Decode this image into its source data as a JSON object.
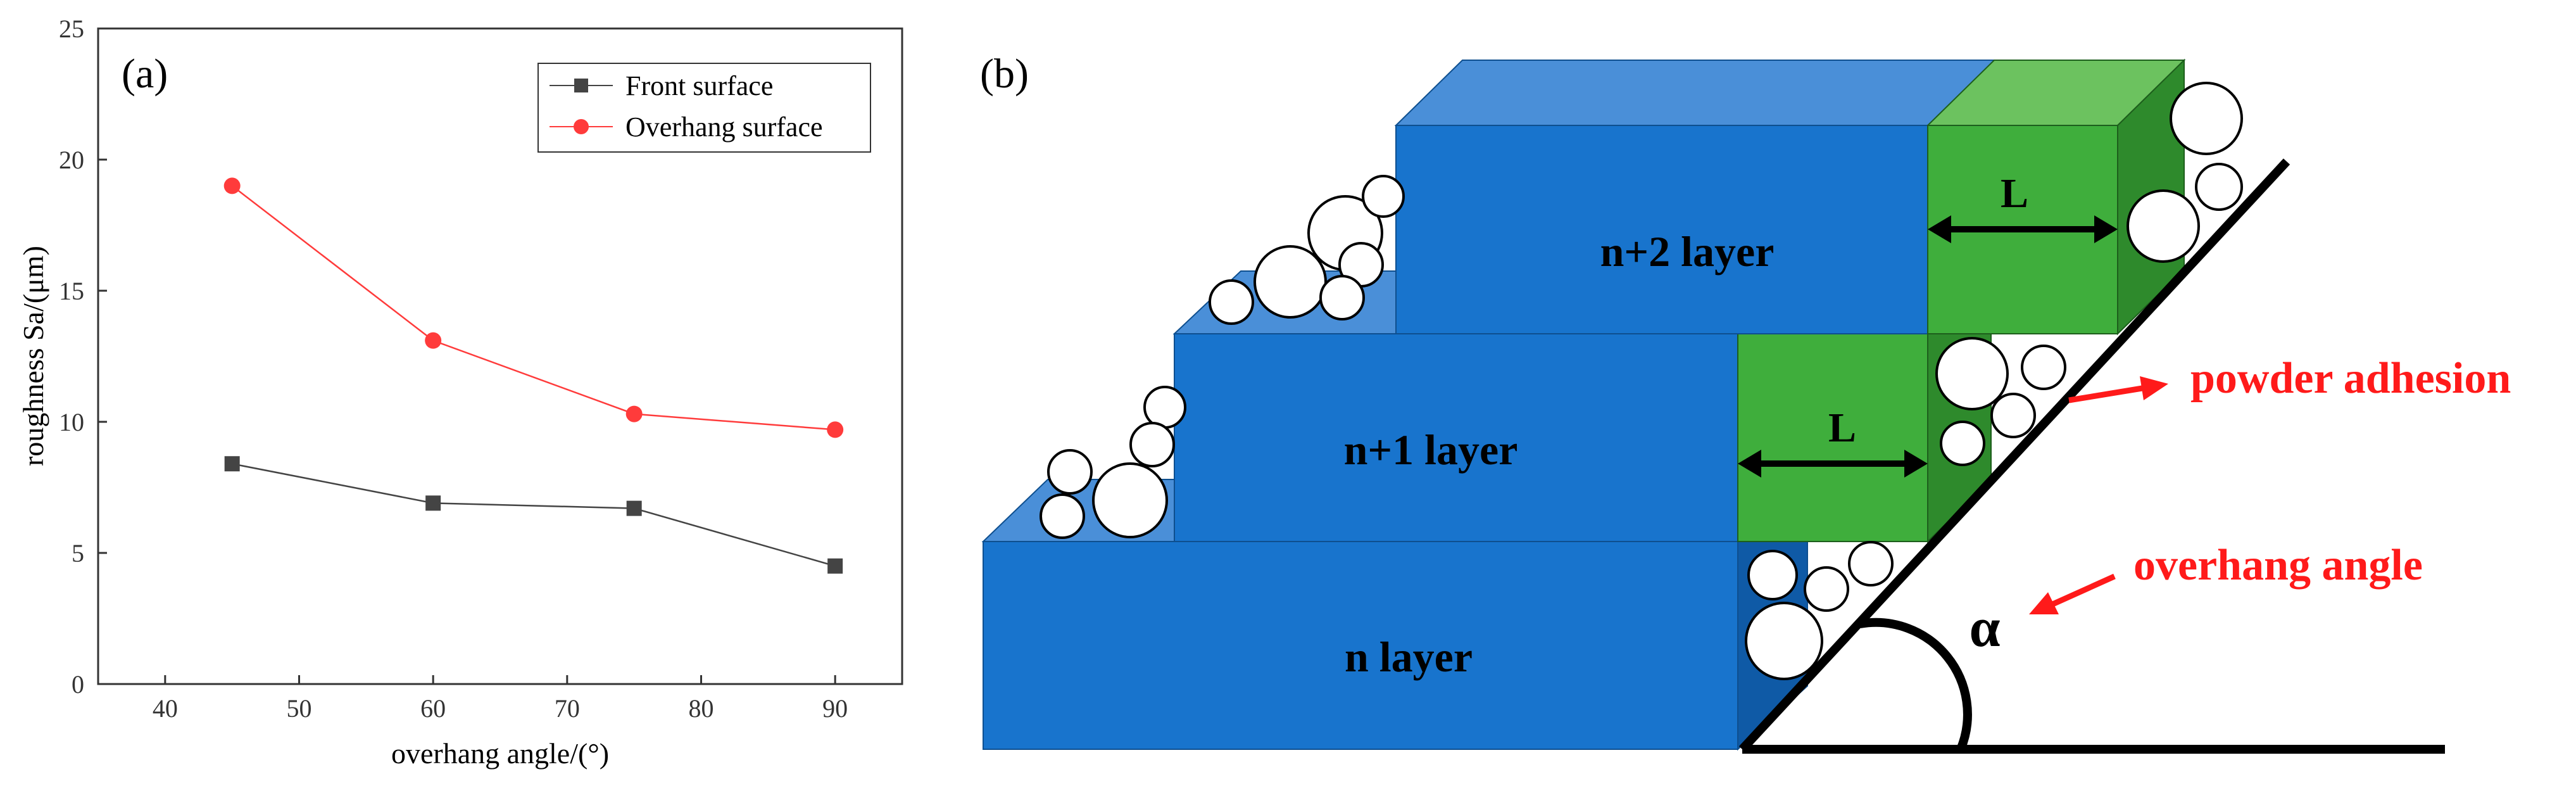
{
  "panel_a": {
    "label": "(a)"
  },
  "panel_b": {
    "label": "(b)",
    "layers": [
      "n layer",
      "n+1 layer",
      "n+2 layer"
    ],
    "width_label": "L",
    "angle_symbol": "α",
    "annotation_powder": "powder adhesion",
    "annotation_angle": "overhang angle",
    "colors": {
      "layer_front": "#1874cd",
      "layer_top": "#4a8fd8",
      "layer_side": "#0f5aa6",
      "overhang_front": "#3fae3c",
      "overhang_top": "#6cc25f",
      "overhang_side": "#2e8a2c",
      "annotation": "#ff1a1a"
    }
  },
  "chart_data": {
    "type": "line",
    "x": [
      45,
      60,
      75,
      90
    ],
    "xlabel": "overhang angle/(°)",
    "ylabel": "roughness Sa/(μm)",
    "xlim": [
      35,
      95
    ],
    "ylim": [
      0,
      25
    ],
    "xticks": [
      40,
      50,
      60,
      70,
      80,
      90
    ],
    "yticks": [
      0,
      5,
      10,
      15,
      20,
      25
    ],
    "grid": false,
    "legend_position": "top-right",
    "series": [
      {
        "name": "Front surface",
        "values": [
          8.4,
          6.9,
          6.7,
          4.5
        ],
        "color": "#444444",
        "marker": "square"
      },
      {
        "name": "Overhang surface",
        "values": [
          19.0,
          13.1,
          10.3,
          9.7
        ],
        "color": "#ff3b3b",
        "marker": "circle"
      }
    ]
  }
}
